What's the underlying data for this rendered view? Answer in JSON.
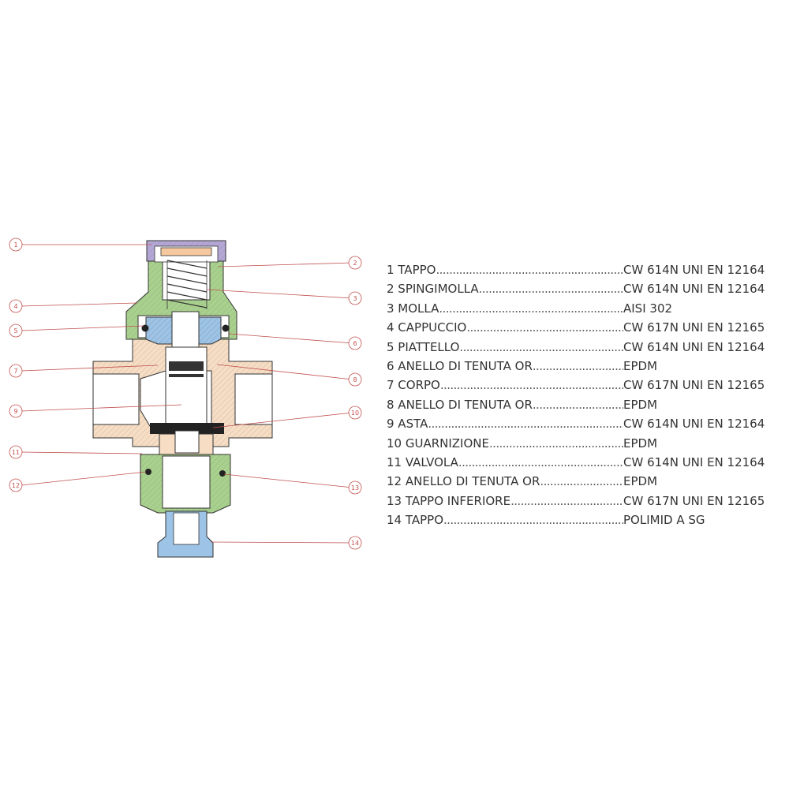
{
  "colors": {
    "callout": "#c0504d",
    "green_part": "#a9d18e",
    "tan_part": "#f6ddc4",
    "purple_part": "#b4a7d6",
    "blue_part": "#9dc3e6",
    "line": "#333333"
  },
  "callouts": [
    "1",
    "2",
    "3",
    "4",
    "5",
    "6",
    "7",
    "8",
    "9",
    "10",
    "11",
    "12",
    "13",
    "14"
  ],
  "parts": [
    {
      "label": "1 TAPPO",
      "material": "CW 614N UNI EN 12164"
    },
    {
      "label": "2 SPINGIMOLLA",
      "material": "CW 614N UNI EN 12164"
    },
    {
      "label": "3 MOLLA",
      "material": "AISI 302"
    },
    {
      "label": "4 CAPPUCCIO",
      "material": "CW 617N UNI EN 12165"
    },
    {
      "label": "5 PIATTELLO",
      "material": "CW 614N UNI EN 12164"
    },
    {
      "label": "6 ANELLO DI TENUTA OR",
      "material": "EPDM"
    },
    {
      "label": "7 CORPO",
      "material": "CW 617N UNI EN 12165"
    },
    {
      "label": "8 ANELLO DI TENUTA OR",
      "material": "EPDM"
    },
    {
      "label": "9 ASTA",
      "material": "CW 614N UNI EN 12164"
    },
    {
      "label": "10 GUARNIZIONE",
      "material": "EPDM"
    },
    {
      "label": "11 VALVOLA",
      "material": "CW 614N UNI EN 12164"
    },
    {
      "label": "12 ANELLO DI TENUTA OR",
      "material": "EPDM"
    },
    {
      "label": "13 TAPPO INFERIORE",
      "material": "CW 617N UNI EN 12165"
    },
    {
      "label": "14 TAPPO",
      "material": "POLIMID A SG"
    }
  ]
}
